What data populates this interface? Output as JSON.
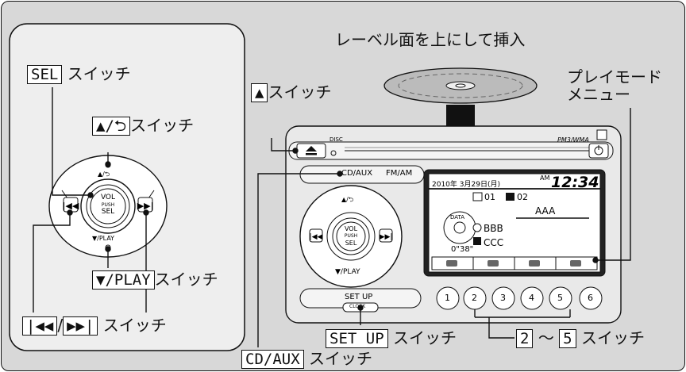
{
  "title": "レーベル面を上にして挿入",
  "labels": {
    "sel": "SEL",
    "switch": "スイッチ",
    "eject_symbol": "▲",
    "back": "▲/⮌",
    "play": "▼/PLAY",
    "skip_back": "|◀◀",
    "slash": "/",
    "skip_fwd": "▶▶|",
    "cd_aux": "CD/AUX",
    "setup": "SET UP",
    "presets_from": "2",
    "tilde": "～",
    "presets_to": "5",
    "play_mode_line1": "プレイモード",
    "play_mode_line2": "メニュー"
  },
  "device": {
    "disc_label": "DISC",
    "format_label": "PM3/WMA",
    "cd_aux_btn": "CD/AUX",
    "fm_am_btn": "FM/AM",
    "knob_top": "▲/⮌",
    "knob_bottom": "▼/PLAY",
    "knob_center_1": "VOL",
    "knob_center_2": "PUSH",
    "knob_center_3": "SEL",
    "setup_btn": "SET UP",
    "clock_label": "CLOCK",
    "presets": [
      "1",
      "2",
      "3",
      "4",
      "5",
      "6"
    ]
  },
  "screen": {
    "date": "2010年 3月29日(月)",
    "ampm": "AM",
    "time": "12:34",
    "folder": "01",
    "track": "02",
    "title": "AAA",
    "artist": "BBB",
    "album": "CCC",
    "elapsed": "0\"38\"",
    "data_badge": "DATA"
  },
  "colors": {
    "panel": "#d8d8d8",
    "callout": "#eeeeee",
    "stroke": "#111111"
  }
}
